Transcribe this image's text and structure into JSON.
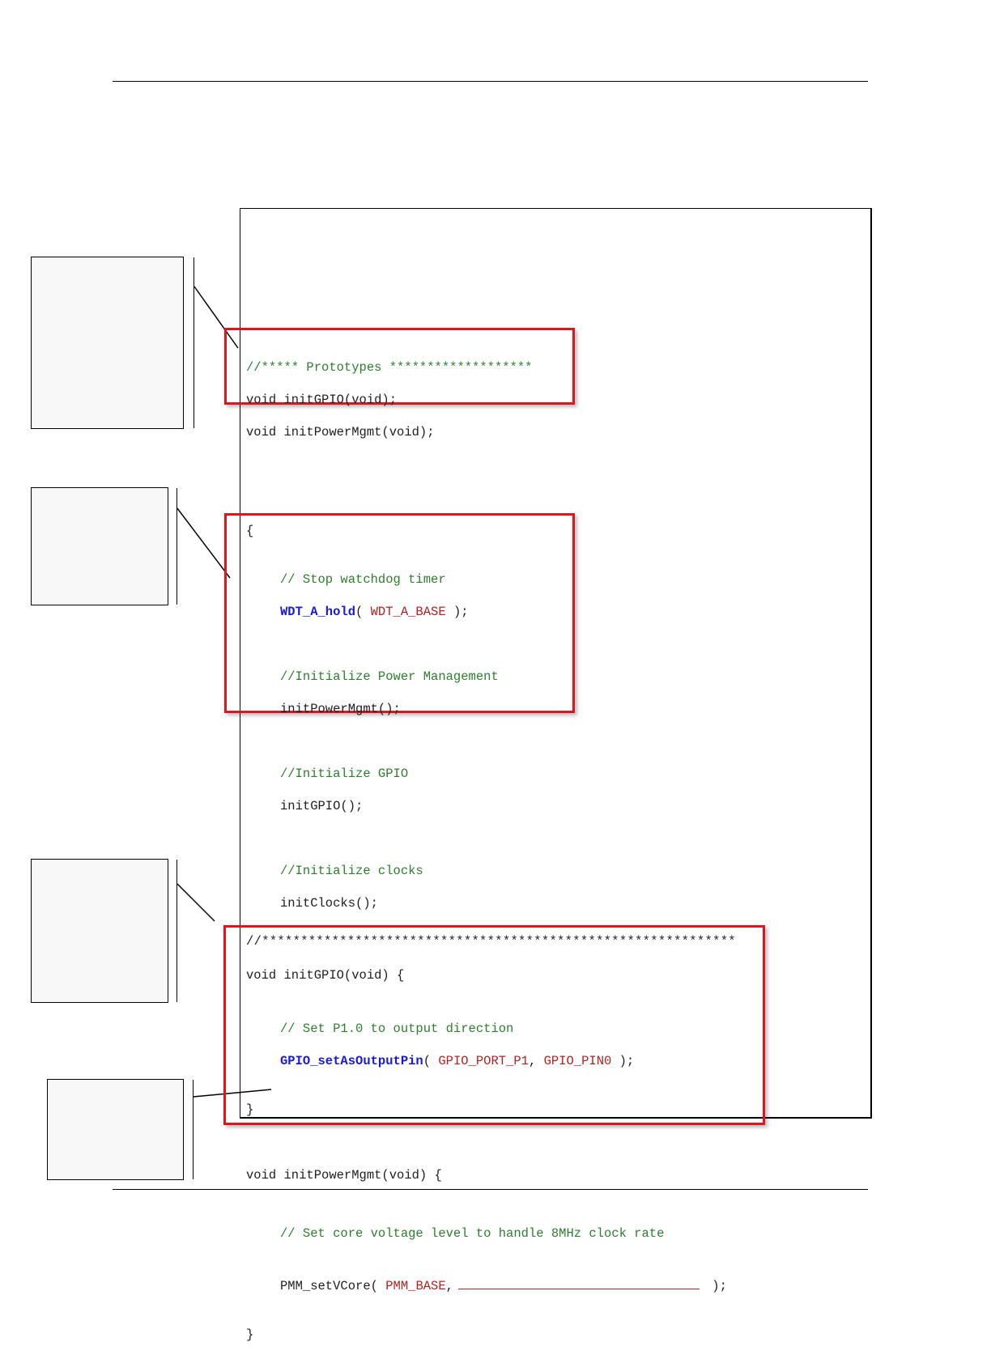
{
  "colors": {
    "highlight": "#e0141c",
    "comment": "#2f7d2f",
    "function": "#1a1ad6",
    "constant": "#b22222",
    "code": "#1e1e1e"
  },
  "prototypes": {
    "comment": "//***** Prototypes *******************",
    "line1": "void initGPIO(void);",
    "line2": "void initPowerMgmt(void);"
  },
  "main_body": {
    "brace": "{",
    "c1": "// Stop watchdog timer",
    "wdt_fn": "WDT_A_hold",
    "wdt_open": "( ",
    "wdt_arg": "WDT_A_BASE",
    "wdt_close": " );",
    "c2": "//Initialize Power Management",
    "l2": "initPowerMgmt();",
    "c3": "//Initialize GPIO",
    "l3": "initGPIO();",
    "c4": "//Initialize clocks",
    "l4": "initClocks();"
  },
  "functions": {
    "divider": "//*************************************************************",
    "gpio_decl": "void initGPIO(void) {",
    "gpio_comment": "// Set P1.0 to output direction",
    "gpio_fn": "GPIO_setAsOutputPin",
    "gpio_open": "( ",
    "gpio_arg1": "GPIO_PORT_P1",
    "gpio_sep": ", ",
    "gpio_arg2": "GPIO_PIN0",
    "gpio_close": " );",
    "close1": "}",
    "pmm_decl": "void initPowerMgmt(void) {",
    "pmm_comment": "// Set core voltage level to handle 8MHz clock rate",
    "pmm_fn": "PMM_setVCore( ",
    "pmm_arg": "PMM_BASE",
    "pmm_sep": ",",
    "pmm_close": " );",
    "close2": "}"
  }
}
